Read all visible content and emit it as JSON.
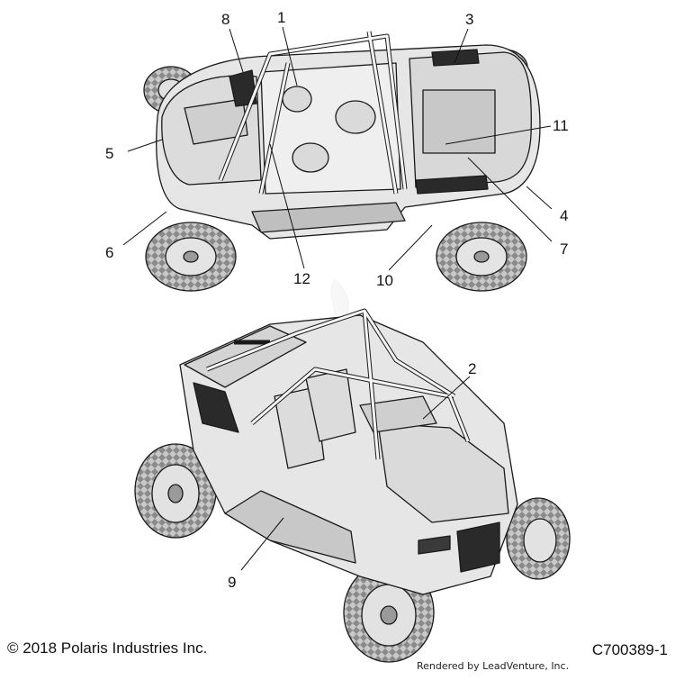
{
  "callouts": {
    "c1": "1",
    "c2": "2",
    "c3": "3",
    "c4": "4",
    "c5": "5",
    "c6": "6",
    "c7": "7",
    "c8": "8",
    "c9": "9",
    "c10": "10",
    "c11": "11",
    "c12": "12"
  },
  "footer": {
    "copyright": "© 2018 Polaris Industries Inc.",
    "part_number": "C700389-1",
    "render_credit": "Rendered by LeadVenture, Inc."
  },
  "colors": {
    "line": "#1a1a1a",
    "body_fill": "#e6e6e6",
    "panel_fill": "#d4d4d4",
    "dark_fill": "#2a2a2a",
    "tire_fill": "#bdbdbd",
    "watermark": "#f1f1f1"
  }
}
